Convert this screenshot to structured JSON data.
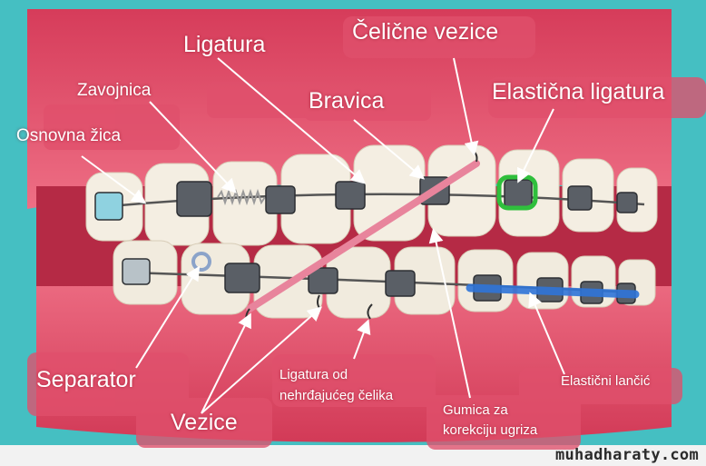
{
  "labels": {
    "ligatura": "Ligatura",
    "celicne_vezice": "Čelične vezice",
    "zavojnica": "Zavojnica",
    "bravica": "Bravica",
    "elasticna_ligatura": "Elastična ligatura",
    "osnovna_zica": "Osnovna žica",
    "separator": "Separator",
    "ligatura_od_celika": [
      "Ligatura od",
      "nehrđajućeg čelika"
    ],
    "vezice": "Vezice",
    "gumica_za_korekciju": [
      "Gumica za",
      "korekciju ugriza"
    ],
    "elasticni_lancic": "Elastični lančić"
  },
  "watermark": "muhadharaty.com",
  "colors": {
    "background": "#45bfc2",
    "gum": "#e04a66",
    "label_box": "#e0506c",
    "tooth": "#f4eee2",
    "arrow": "#ffffff",
    "elastic_band": "#e8849c",
    "green_ligature": "#2fbf3c",
    "blue_chain": "#2f74d8"
  }
}
